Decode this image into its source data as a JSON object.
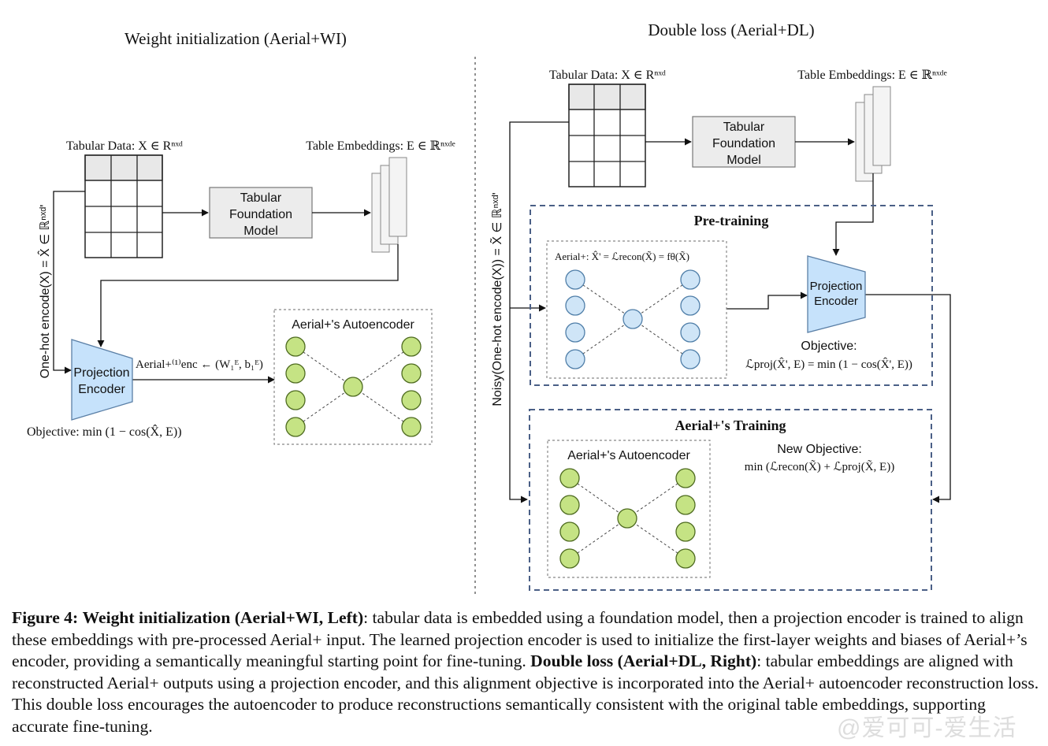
{
  "left": {
    "title": "Weight initialization (Aerial+WI)",
    "tabular_label": "Tabular Data: X ∈ Rⁿˣᵈ",
    "embed_label": "Table Embeddings: E ∈ ℝⁿˣᵈᵉ",
    "tfm": [
      "Tabular",
      "Foundation",
      "Model"
    ],
    "vertical_label": "One-hot encode(X) = X̂ ∈ ℝⁿˣᵈ'",
    "proj": [
      "Projection",
      "Encoder"
    ],
    "init_label": "Aerial+⁽¹⁾enc ← (W₁ᴱ, b₁ᴱ)",
    "autoencoder_title": "Aerial+'s Autoencoder",
    "objective": "Objective: min (1 − cos(X̂, E))"
  },
  "right": {
    "title": "Double loss (Aerial+DL)",
    "tabular_label": "Tabular Data: X ∈ Rⁿˣᵈ",
    "embed_label": "Table Embeddings: E ∈ ℝⁿˣᵈᵉ",
    "tfm": [
      "Tabular",
      "Foundation",
      "Model"
    ],
    "vertical_label": "Noisy(One-hot encode(X)) = X̃ ∈ ℝⁿˣᵈ'",
    "pretraining_title": "Pre-training",
    "aerial_formula": "Aerial+: X̂' = ℒrecon(X̃) = fθ(X̃)",
    "proj": [
      "Projection",
      "Encoder"
    ],
    "objective_title": "Objective:",
    "objective_formula": "ℒproj(X̂', E) = min (1 − cos(X̂', E))",
    "training_title": "Aerial+'s Training",
    "autoencoder_title": "Aerial+'s Autoencoder",
    "new_objective_title": "New Objective:",
    "new_objective_formula": "min (ℒrecon(X̃) + ℒproj(X̃, E))"
  },
  "caption": {
    "fig_label": "Figure 4:",
    "wi_bold": "Weight initialization (Aerial+WI, Left)",
    "wi_text": ": tabular data is embedded using a foundation model, then a projection encoder is trained to align these embeddings with pre-processed Aerial+ input. The learned projection encoder is used to initialize the first-layer weights and biases of Aerial+’s encoder, providing a semantically meaningful starting point for fine-tuning. ",
    "dl_bold": "Double loss (Aerial+DL, Right)",
    "dl_text": ": tabular embeddings are aligned with reconstructed Aerial+ outputs using a projection encoder, and this alignment objective is incorporated into the Aerial+ autoencoder reconstruction loss. This double loss encourages the autoencoder to produce reconstructions semantically consistent with the original table embeddings, supporting accurate fine-tuning."
  },
  "watermark": "@爱可可-爱生活",
  "colors": {
    "green_node": "#c5e384",
    "blue_node": "#cfe5f7",
    "proj_fill": "#c6e2fb",
    "dashed_box": "#4a5f86",
    "table_header": "#e8e8e8"
  }
}
